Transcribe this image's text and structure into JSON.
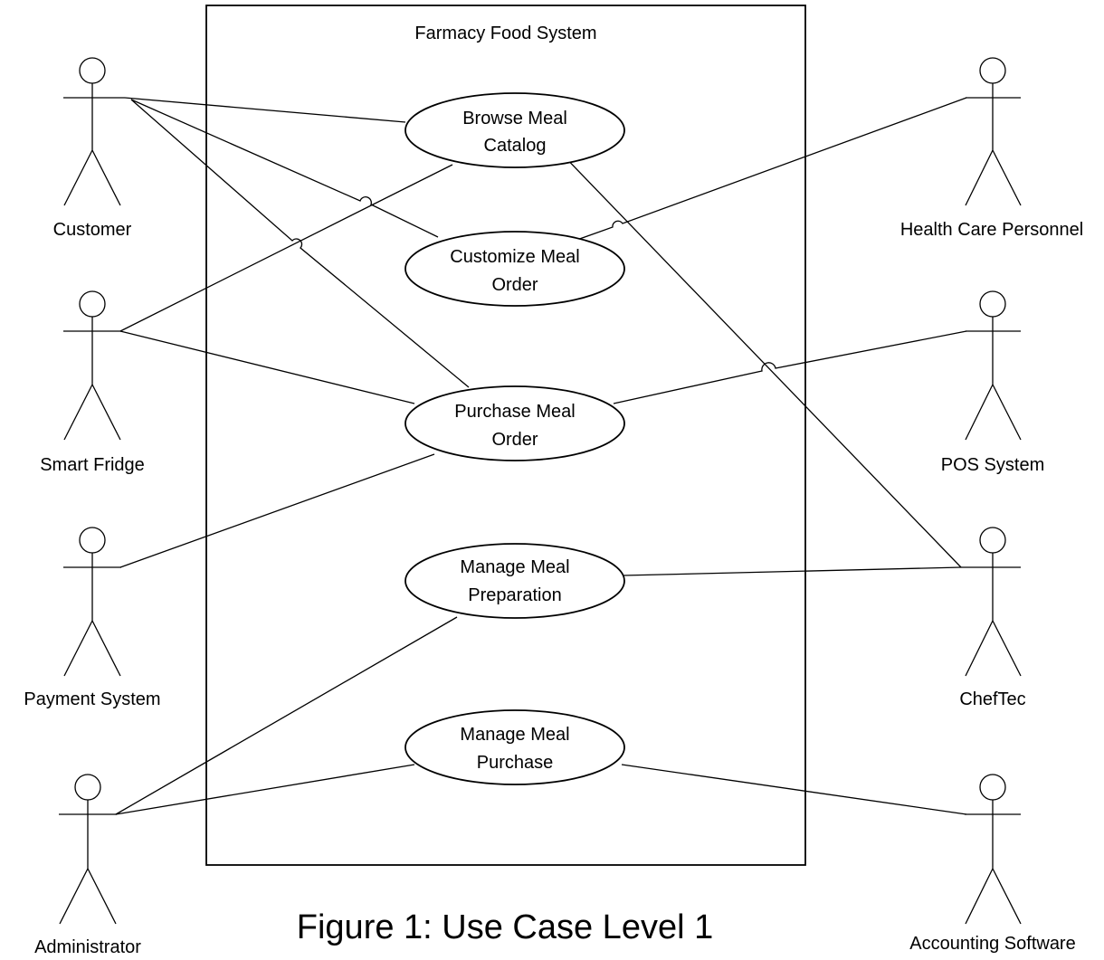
{
  "system": {
    "title": "Farmacy Food System"
  },
  "actors": {
    "customer": "Customer",
    "smart_fridge": "Smart Fridge",
    "payment_system": "Payment System",
    "administrator": "Administrator",
    "health_care_personnel": "Health Care Personnel",
    "pos_system": "POS System",
    "cheftec": "ChefTec",
    "accounting_software": "Accounting Software"
  },
  "use_cases": {
    "browse": [
      "Browse Meal",
      "Catalog"
    ],
    "customize": [
      "Customize Meal",
      "Order"
    ],
    "purchase": [
      "Purchase Meal",
      "Order"
    ],
    "preparation": [
      "Manage Meal",
      "Preparation"
    ],
    "manage_purchase": [
      "Manage Meal",
      "Purchase"
    ]
  },
  "caption": "Figure 1: Use Case Level 1"
}
